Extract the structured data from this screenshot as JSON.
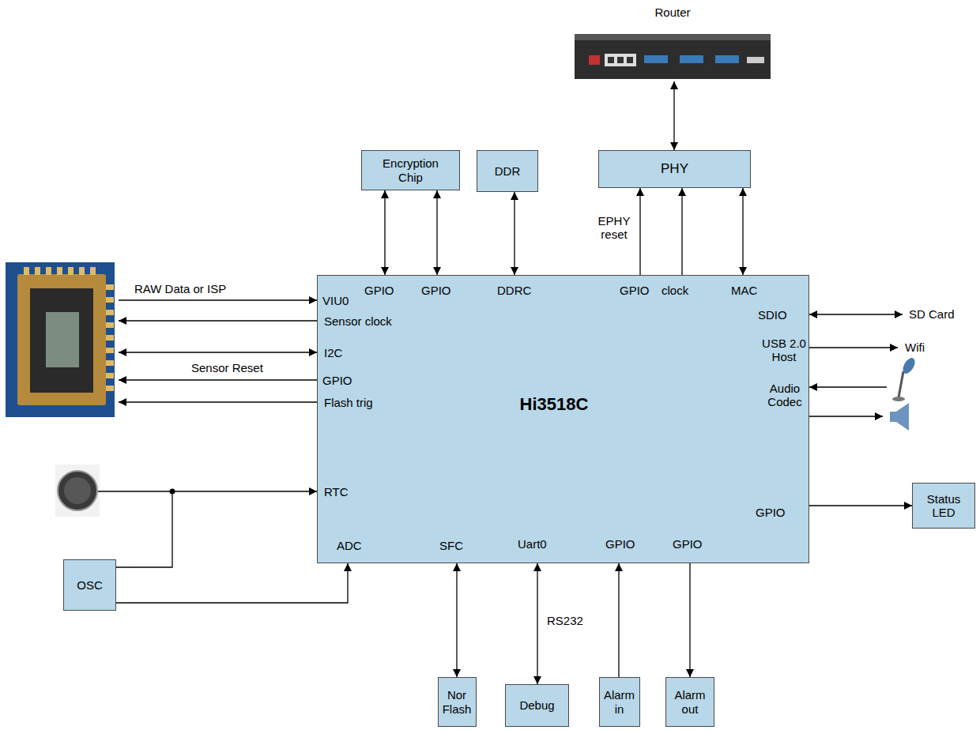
{
  "diagram": {
    "nodes": [
      {
        "text": [
          "Router"
        ]
      },
      {
        "text": [
          "Encryption Chip"
        ]
      },
      {
        "text": [
          "DDR"
        ]
      },
      {
        "text": [
          "PHY"
        ]
      },
      {
        "text": [
          "GPIO",
          "GPIO",
          "DDRC",
          "GPIO",
          "clock",
          "MAC",
          "VIU0",
          "Sensor clock",
          "I2C",
          "GPIO",
          "Flash trig",
          "SDIO",
          "USB 2.0 Host",
          "Audio Codec",
          "Hi3518C",
          "RTC",
          "GPIO",
          "ADC",
          "SFC",
          "Uart0",
          "GPIO",
          "GPIO"
        ]
      },
      {
        "text": [
          "Status LED"
        ]
      },
      {
        "text": [
          "OSC"
        ]
      },
      {
        "text": [
          "Nor Flash"
        ]
      },
      {
        "text": [
          "Debug"
        ]
      },
      {
        "text": [
          "Alarm in"
        ]
      },
      {
        "text": [
          "Alarm out"
        ]
      }
    ],
    "edges": [
      {
        "from": 0,
        "to": 3,
        "arrow": "both"
      },
      {
        "from": 1,
        "to": 4,
        "arrow": "both"
      },
      {
        "from": 1,
        "to": 4,
        "arrow": "both"
      },
      {
        "from": 2,
        "to": 4,
        "arrow": "both"
      },
      {
        "from": 4,
        "to": 3,
        "arrow": "to",
        "label": "EPHY reset"
      },
      {
        "from": 4,
        "to": 3,
        "arrow": "to"
      },
      {
        "from": 3,
        "to": 4,
        "arrow": "both"
      },
      {
        "from": 4,
        "to": 5,
        "arrow": "to"
      },
      {
        "from": 6,
        "to": 4,
        "arrow": "to"
      },
      {
        "from": 6,
        "to": 4,
        "arrow": "to"
      },
      {
        "from": 7,
        "to": 4,
        "arrow": "both"
      },
      {
        "from": 8,
        "to": 4,
        "arrow": "both",
        "label": "RS232"
      },
      {
        "from": 9,
        "to": 4,
        "arrow": "to"
      },
      {
        "from": 4,
        "to": 10,
        "arrow": "to"
      }
    ],
    "labels": [
      "RAW Data or ISP",
      "Sensor Reset",
      "SD Card",
      "Wifi"
    ]
  }
}
